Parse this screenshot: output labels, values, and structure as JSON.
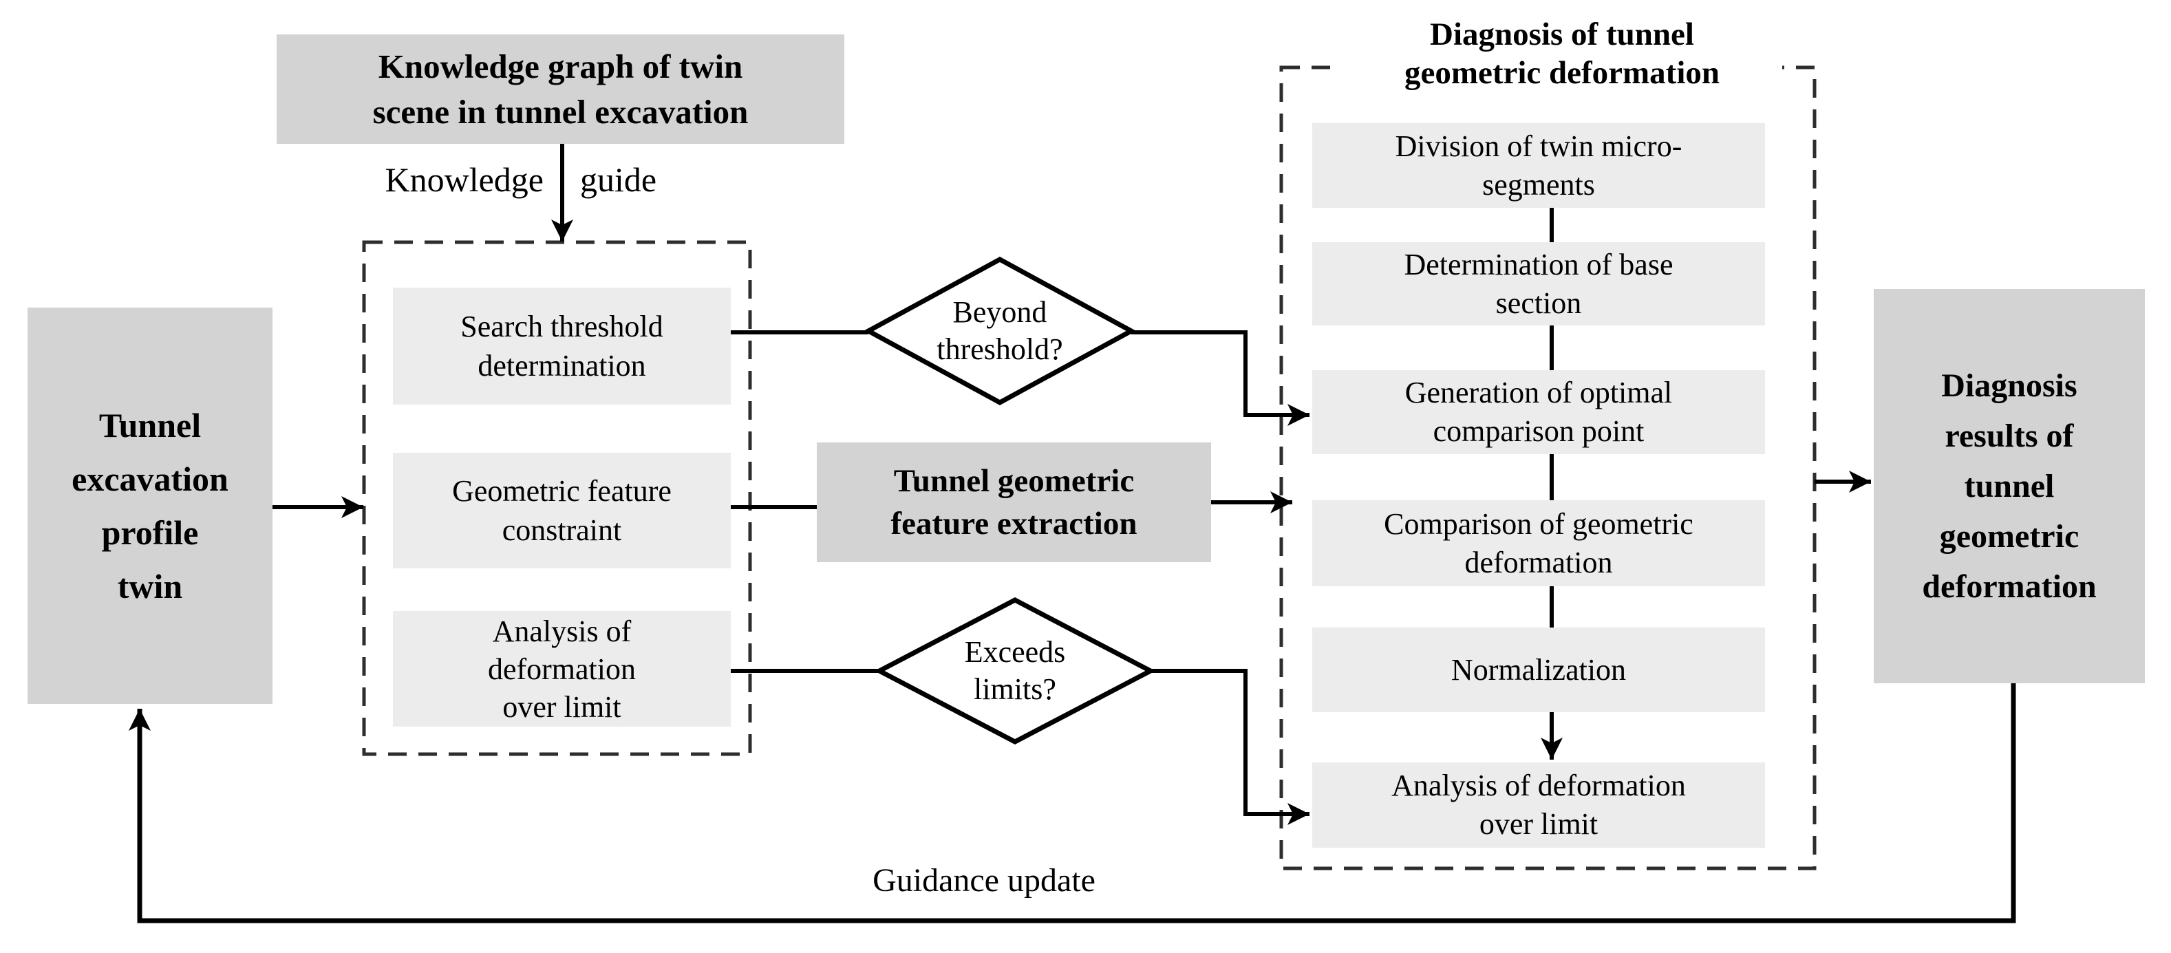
{
  "figure": {
    "type": "flowchart",
    "description": "Knowledge-graph-guided diagnosis workflow for tunnel geometric deformation"
  },
  "colors": {
    "bold_box_bg": "#d3d3d3",
    "step_box_bg": "#ececec",
    "line": "#000000",
    "dashed_border": "#2d2d2d",
    "background": "#ffffff"
  },
  "top_box": {
    "label": "Knowledge graph of twin\nscene in tunnel excavation"
  },
  "edge_labels": {
    "knowledge": "Knowledge",
    "guide": "guide",
    "guidance_update": "Guidance update"
  },
  "left_box": {
    "label": "Tunnel\nexcavation\nprofile\ntwin"
  },
  "knowledge_panel": {
    "items": [
      {
        "label": "Search threshold\ndetermination"
      },
      {
        "label": "Geometric feature\nconstraint"
      },
      {
        "label": "Analysis of\ndeformation\nover limit"
      }
    ]
  },
  "decisions": [
    {
      "label": "Beyond\nthreshold?"
    },
    {
      "label": "Exceeds\nlimits?"
    }
  ],
  "center_box": {
    "label": "Tunnel geometric\nfeature extraction"
  },
  "diagnosis_panel": {
    "title": "Diagnosis of tunnel\ngeometric deformation",
    "steps": [
      {
        "label": "Division of twin micro-\nsegments"
      },
      {
        "label": "Determination of base\nsection"
      },
      {
        "label": "Generation of optimal\ncomparison point"
      },
      {
        "label": "Comparison of geometric\ndeformation"
      },
      {
        "label": "Normalization"
      },
      {
        "label": "Analysis of deformation\nover limit"
      }
    ]
  },
  "result_box": {
    "label": "Diagnosis\nresults of\ntunnel\ngeometric\ndeformation"
  }
}
